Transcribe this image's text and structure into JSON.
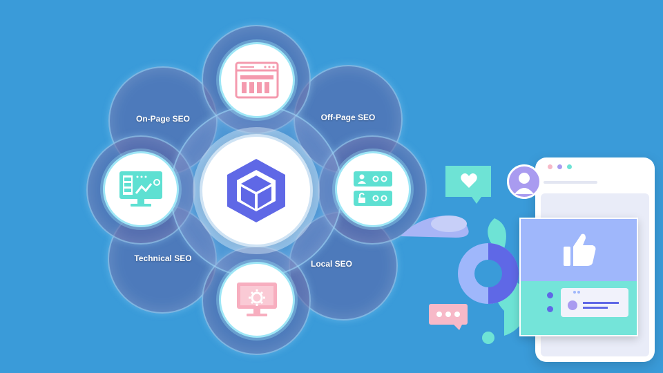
{
  "diagram": {
    "nodes": [
      {
        "label": "On-Page SEO"
      },
      {
        "label": "Off-Page SEO"
      },
      {
        "label": "Technical SEO"
      },
      {
        "label": "Local SEO"
      }
    ]
  },
  "colors": {
    "background": "#3a9bd9",
    "bubble": "#5866a8",
    "accent_blue": "#5f68e6",
    "accent_pink": "#f7b9c8",
    "accent_teal": "#74e4d9",
    "accent_lavender": "#9fb7fb"
  },
  "icons": {
    "center": "cube-network-icon",
    "top": "browser-dashboard-icon",
    "left": "monitor-analytics-icon",
    "right": "user-lock-settings-icon",
    "bottom": "monitor-gear-icon"
  }
}
